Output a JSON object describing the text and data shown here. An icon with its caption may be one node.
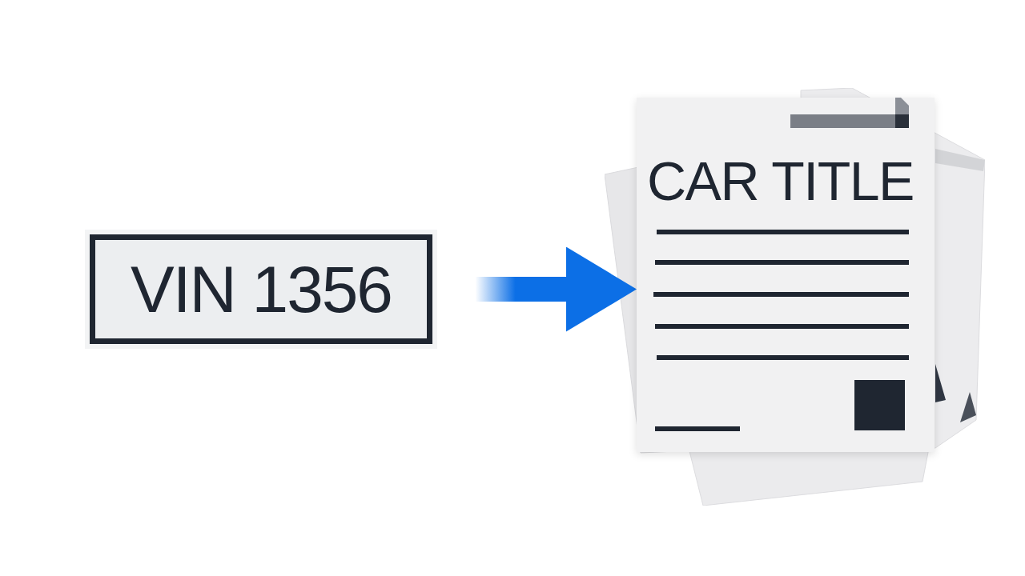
{
  "diagram": {
    "nodes": [
      {
        "text": [
          "VIN 1356"
        ]
      },
      {
        "text": [
          "CAR TITLE"
        ]
      }
    ],
    "edges": [
      {
        "from": 0,
        "to": 1,
        "arrow": "to",
        "style": "thick",
        "color": "#0c6fe6"
      }
    ]
  }
}
